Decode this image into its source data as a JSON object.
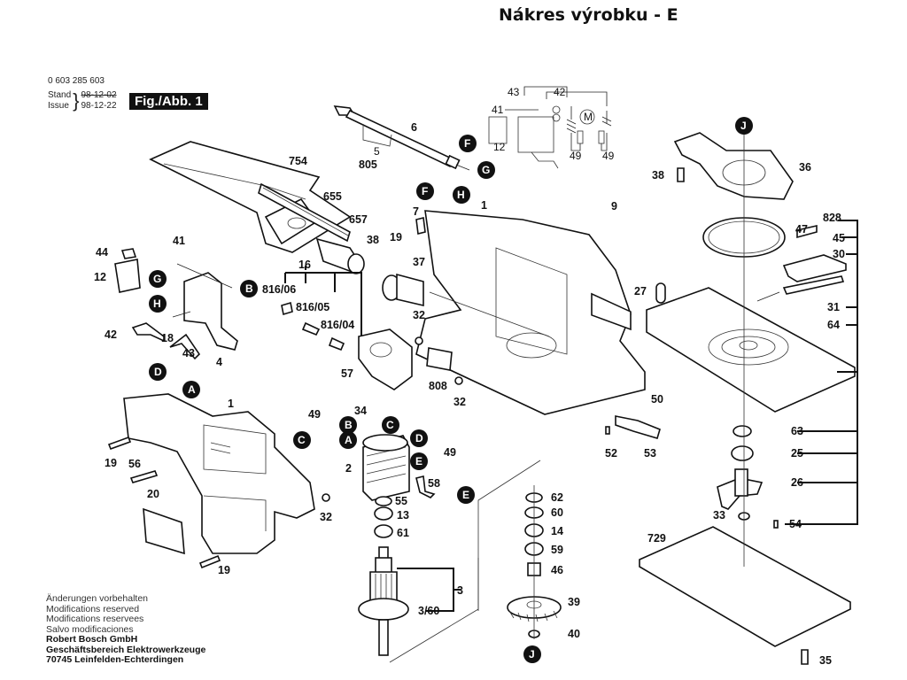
{
  "title": "Nákres výrobku - E",
  "header": {
    "part_number": "0 603 285 603",
    "stand_label": "Stand",
    "stand_date": "98-12-02",
    "issue_label": "Issue",
    "issue_date": "98-12-22",
    "figure_badge": "Fig./Abb. 1"
  },
  "footer": {
    "lines": [
      "Änderungen vorbehalten",
      "Modifications reserved",
      "Modifications reservees",
      "Salvo modificaciones"
    ],
    "company": [
      "Robert Bosch GmbH",
      "Geschäftsbereich Elektrowerkzeuge",
      "70745 Leinfelden-Echterdingen"
    ]
  },
  "part_labels": {
    "p754": "754",
    "p655": "655",
    "p657": "657",
    "p805": "805",
    "p5": "5",
    "p6": "6",
    "p44": "44",
    "p41": "41",
    "p12": "12",
    "p42": "42",
    "p18": "18",
    "p43": "43",
    "p4": "4",
    "p16": "16",
    "p816_06": "816/06",
    "p816_05": "816/05",
    "p816_04": "816/04",
    "p38a": "38",
    "p19a": "19",
    "p37": "37",
    "p7": "7",
    "p1a": "1",
    "p9": "9",
    "p32a": "32",
    "p32b": "32",
    "p808": "808",
    "p57": "57",
    "p34": "34",
    "p49a": "49",
    "p1b": "1",
    "p19b": "19",
    "p56": "56",
    "p20": "20",
    "p32c": "32",
    "p19c": "19",
    "p2": "2",
    "p55": "55",
    "p13": "13",
    "p61": "61",
    "p58": "58",
    "p49b": "49",
    "p3": "3",
    "p3_60": "3/60",
    "p62": "62",
    "p60": "60",
    "p14": "14",
    "p59": "59",
    "p46": "46",
    "p39": "39",
    "p40": "40",
    "p50": "50",
    "p52": "52",
    "p53": "53",
    "p27": "27",
    "p38b": "38",
    "p36": "36",
    "p828": "828",
    "p47": "47",
    "p45": "45",
    "p30": "30",
    "p31": "31",
    "p64": "64",
    "p63": "63",
    "p25": "25",
    "p26": "26",
    "p33": "33",
    "p54": "54",
    "p729": "729",
    "p35": "35",
    "w43": "43",
    "w42": "42",
    "w41": "41",
    "w12": "12",
    "w49a": "49",
    "w49b": "49",
    "motor": "M"
  },
  "connection_markers": {
    "F1": "F",
    "G1": "G",
    "H1": "H",
    "F2": "F",
    "G2": "G",
    "H2": "H",
    "B1": "B",
    "D1": "D",
    "A1": "A",
    "J1": "J",
    "C1": "C",
    "B2": "B",
    "C2": "C",
    "A2": "A",
    "D2": "D",
    "E1": "E",
    "E2": "E",
    "J2": "J"
  }
}
